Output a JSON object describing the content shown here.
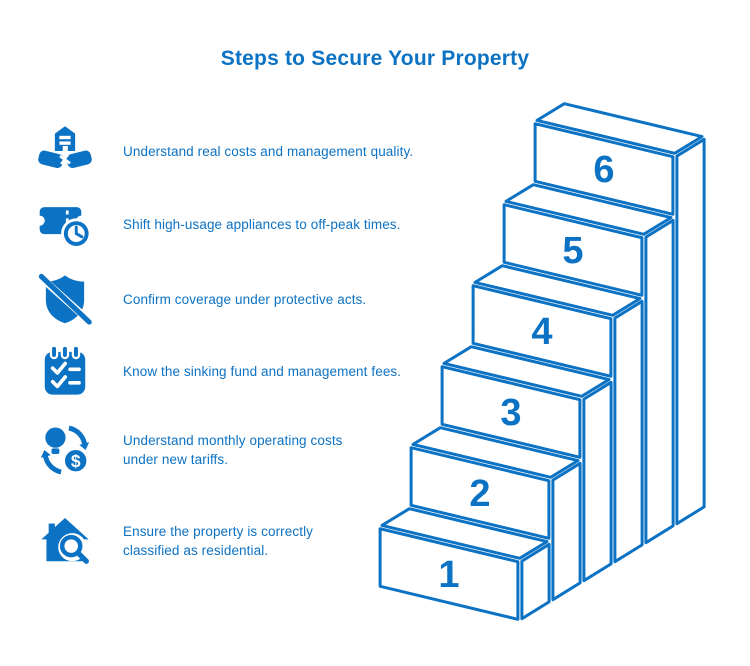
{
  "title": "Steps to Secure Your Property",
  "accent_color": "#0C72C4",
  "background_color": "#FFFFFF",
  "items": [
    {
      "icon": "building-handshake-icon",
      "text": "Understand real costs and management quality."
    },
    {
      "icon": "ticket-clock-icon",
      "text": "Shift high-usage appliances to off-peak times."
    },
    {
      "icon": "shield-off-icon",
      "text": "Confirm coverage under protective acts."
    },
    {
      "icon": "checklist-board-icon",
      "text": "Know the sinking fund and management fees."
    },
    {
      "icon": "bulb-dollar-cycle-icon",
      "text": "Understand monthly operating costs under new tariffs."
    },
    {
      "icon": "home-search-icon",
      "text": "Ensure the property is correctly classified as residential."
    }
  ],
  "staircase": {
    "step_labels": [
      "1",
      "2",
      "3",
      "4",
      "5",
      "6"
    ]
  }
}
